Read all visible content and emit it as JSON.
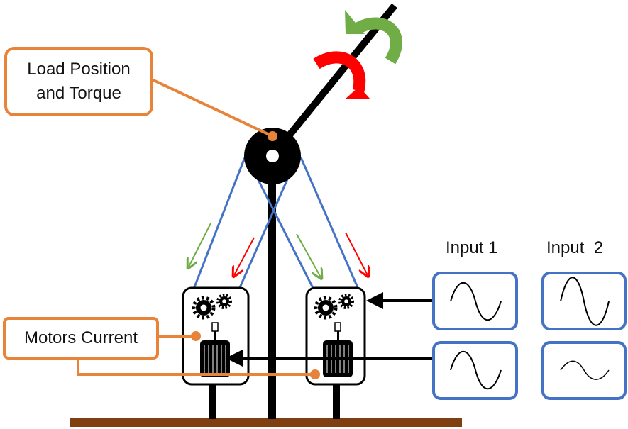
{
  "callouts": {
    "load_position_line1": "Load Position",
    "load_position_line2": "and Torque",
    "motors_current": "Motors Current"
  },
  "inputs": {
    "input1_label": "Input 1",
    "input2_label": "Input  2"
  },
  "colors": {
    "callout_border": "#E8833A",
    "signal_box_border": "#4472C4",
    "tendon": "#4472C4",
    "arrow_green": "#70AD47",
    "arrow_red": "#FF0000",
    "ground": "#7F3F10",
    "structure": "#000000"
  },
  "icons": [
    "gear-icon",
    "motor-icon",
    "sine-wave-icon",
    "rotation-arrow-icon"
  ]
}
